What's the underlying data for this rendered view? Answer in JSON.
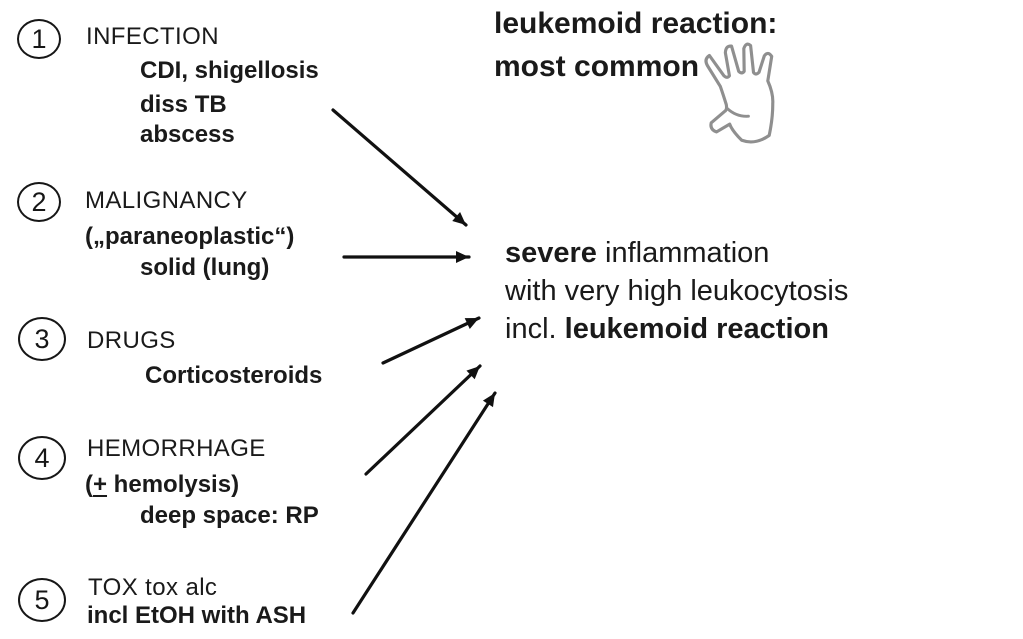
{
  "title": {
    "line1": "leukemoid reaction:",
    "line2": "most common"
  },
  "hand_icon": "open-hand-icon (five fingers spread)",
  "center": {
    "line1_bold": "severe",
    "line1_rest": " inflammation",
    "line2": "with very high leukocytosis",
    "line3_pre": "incl. ",
    "line3_bold": "leukemoid reaction"
  },
  "items": [
    {
      "number": "1",
      "header": "INFECTION",
      "sub1": "CDI, shigellosis",
      "sub2": "diss TB",
      "sub3": "abscess"
    },
    {
      "number": "2",
      "header": "MALIGNANCY",
      "sub1": "(„paraneoplastic“)",
      "sub2": "solid (lung)"
    },
    {
      "number": "3",
      "header": "DRUGS",
      "sub1": "Corticosteroids"
    },
    {
      "number": "4",
      "header": "HEMORRHAGE",
      "sub1_open": "(",
      "sub1_plus": "+",
      "sub1_rest": " hemolysis)",
      "sub2": "deep space: RP"
    },
    {
      "number": "5",
      "header": "TOX tox alc",
      "sub1": "incl EtOH with ASH"
    }
  ],
  "colors": {
    "background": "#ffffff",
    "text": "#1a1a1a",
    "arrow": "#111111",
    "hand_outline": "#8f8f8f"
  }
}
